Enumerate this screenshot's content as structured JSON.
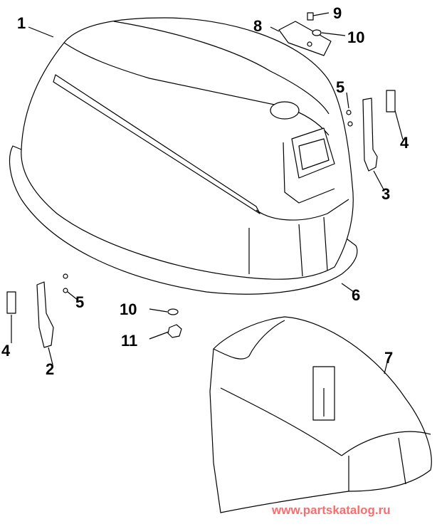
{
  "diagram": {
    "callouts": {
      "c1": "1",
      "c2": "2",
      "c3": "3",
      "c4a": "4",
      "c4b": "4",
      "c5a": "5",
      "c5b": "5",
      "c6": "6",
      "c7": "7",
      "c8": "8",
      "c9": "9",
      "c10a": "10",
      "c10b": "10",
      "c11": "11"
    },
    "watermark": "www.partskatalog.ru",
    "colors": {
      "line": "#000000",
      "watermark": "#ff6b6b"
    }
  }
}
